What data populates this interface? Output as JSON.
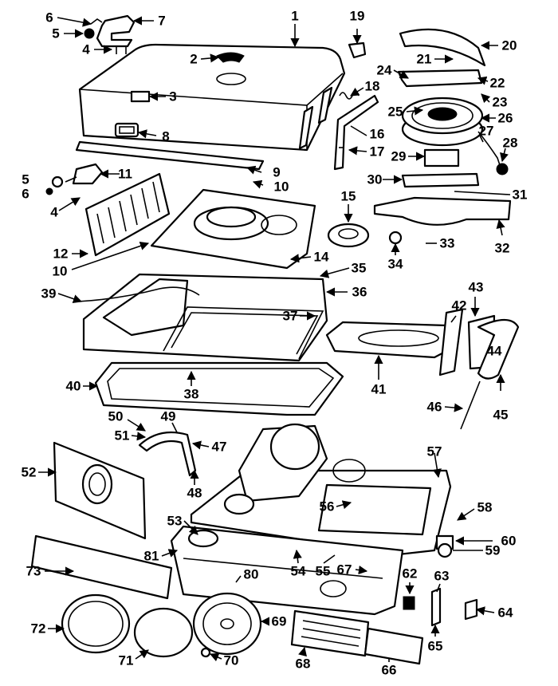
{
  "diagram": {
    "labels": [
      {
        "id": "1",
        "text": "1"
      },
      {
        "id": "2",
        "text": "2"
      },
      {
        "id": "3",
        "text": "3"
      },
      {
        "id": "4a",
        "text": "4"
      },
      {
        "id": "4b",
        "text": "4"
      },
      {
        "id": "5a",
        "text": "5"
      },
      {
        "id": "5b",
        "text": "5"
      },
      {
        "id": "6a",
        "text": "6"
      },
      {
        "id": "6b",
        "text": "6"
      },
      {
        "id": "7",
        "text": "7"
      },
      {
        "id": "8",
        "text": "8"
      },
      {
        "id": "9",
        "text": "9"
      },
      {
        "id": "10a",
        "text": "10"
      },
      {
        "id": "10b",
        "text": "10"
      },
      {
        "id": "11",
        "text": "11"
      },
      {
        "id": "12",
        "text": "12"
      },
      {
        "id": "14",
        "text": "14"
      },
      {
        "id": "15",
        "text": "15"
      },
      {
        "id": "16",
        "text": "16"
      },
      {
        "id": "17",
        "text": "17"
      },
      {
        "id": "18",
        "text": "18"
      },
      {
        "id": "19",
        "text": "19"
      },
      {
        "id": "20",
        "text": "20"
      },
      {
        "id": "21",
        "text": "21"
      },
      {
        "id": "22",
        "text": "22"
      },
      {
        "id": "23",
        "text": "23"
      },
      {
        "id": "24",
        "text": "24"
      },
      {
        "id": "25",
        "text": "25"
      },
      {
        "id": "26",
        "text": "26"
      },
      {
        "id": "27",
        "text": "27"
      },
      {
        "id": "28",
        "text": "28"
      },
      {
        "id": "29",
        "text": "29"
      },
      {
        "id": "30",
        "text": "30"
      },
      {
        "id": "31",
        "text": "31"
      },
      {
        "id": "32",
        "text": "32"
      },
      {
        "id": "33",
        "text": "33"
      },
      {
        "id": "34",
        "text": "34"
      },
      {
        "id": "35",
        "text": "35"
      },
      {
        "id": "36",
        "text": "36"
      },
      {
        "id": "37",
        "text": "37"
      },
      {
        "id": "38",
        "text": "38"
      },
      {
        "id": "39",
        "text": "39"
      },
      {
        "id": "40",
        "text": "40"
      },
      {
        "id": "41",
        "text": "41"
      },
      {
        "id": "42",
        "text": "42"
      },
      {
        "id": "43",
        "text": "43"
      },
      {
        "id": "44",
        "text": "44"
      },
      {
        "id": "45",
        "text": "45"
      },
      {
        "id": "46",
        "text": "46"
      },
      {
        "id": "47",
        "text": "47"
      },
      {
        "id": "48",
        "text": "48"
      },
      {
        "id": "49",
        "text": "49"
      },
      {
        "id": "50",
        "text": "50"
      },
      {
        "id": "51",
        "text": "51"
      },
      {
        "id": "52",
        "text": "52"
      },
      {
        "id": "53",
        "text": "53"
      },
      {
        "id": "54",
        "text": "54"
      },
      {
        "id": "55",
        "text": "55"
      },
      {
        "id": "56",
        "text": "56"
      },
      {
        "id": "57",
        "text": "57"
      },
      {
        "id": "58",
        "text": "58"
      },
      {
        "id": "59",
        "text": "59"
      },
      {
        "id": "60",
        "text": "60"
      },
      {
        "id": "62",
        "text": "62"
      },
      {
        "id": "63",
        "text": "63"
      },
      {
        "id": "64",
        "text": "64"
      },
      {
        "id": "65",
        "text": "65"
      },
      {
        "id": "66",
        "text": "66"
      },
      {
        "id": "67",
        "text": "67"
      },
      {
        "id": "68",
        "text": "68"
      },
      {
        "id": "69",
        "text": "69"
      },
      {
        "id": "70",
        "text": "70"
      },
      {
        "id": "71",
        "text": "71"
      },
      {
        "id": "72",
        "text": "72"
      },
      {
        "id": "73",
        "text": "73"
      },
      {
        "id": "80",
        "text": "80"
      },
      {
        "id": "81",
        "text": "81"
      }
    ]
  }
}
